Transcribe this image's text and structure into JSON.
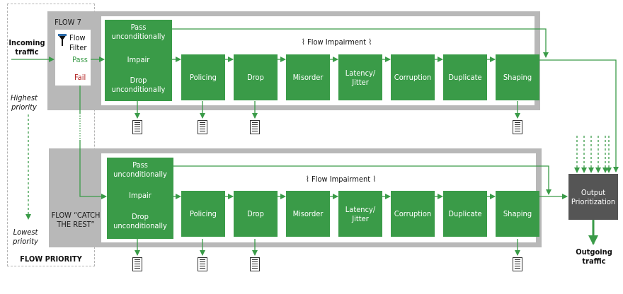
{
  "diagram": {
    "incoming_label": "Incoming traffic",
    "outgoing_label": "Outgoing traffic",
    "priority": {
      "title": "FLOW PRIORITY",
      "highest": "Highest priority",
      "lowest": "Lowest priority"
    },
    "flow1": {
      "title": "FLOW 7",
      "filter": {
        "line1": "Flow",
        "line2": "Filter",
        "pass": "Pass",
        "fail": "Fail",
        "icon": "funnel-icon"
      },
      "entry": {
        "pass": "Pass unconditionally",
        "impair": "Impair",
        "drop": "Drop unconditionally"
      },
      "impairment_label": "Flow Impairment",
      "stages": [
        "Policing",
        "Drop",
        "Misorder",
        "Latency/ Jitter",
        "Corruption",
        "Duplicate",
        "Shaping"
      ]
    },
    "flow2": {
      "title": "FLOW “CATCH THE REST”",
      "entry": {
        "pass": "Pass unconditionally",
        "impair": "Impair",
        "drop": "Drop unconditionally"
      },
      "impairment_label": "Flow Impairment",
      "stages": [
        "Policing",
        "Drop",
        "Misorder",
        "Latency/ Jitter",
        "Corruption",
        "Duplicate",
        "Shaping"
      ]
    },
    "output": {
      "label": "Output Prioritization"
    },
    "colors": {
      "green": "#3a9b48",
      "gray_frame": "#b8b8b8",
      "output_box": "#555555",
      "pass_text": "#3a9b48",
      "fail_text": "#b22222"
    }
  }
}
